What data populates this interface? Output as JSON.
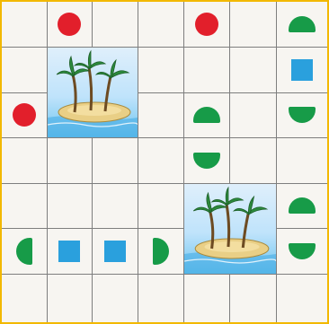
{
  "board": {
    "columns": 7,
    "rows": 7,
    "colors": {
      "red": "#e21f2b",
      "green": "#179b48",
      "blue": "#2aa0dd",
      "frame": "#f2b800",
      "grid": "#7e7e7e"
    },
    "islands": [
      {
        "name": "island-top-left",
        "col": 1,
        "row": 1,
        "icon": "palm-island"
      },
      {
        "name": "island-bottom-right",
        "col": 4,
        "row": 4,
        "icon": "palm-island"
      }
    ],
    "pieces": [
      {
        "name": "red-circle",
        "type": "circle",
        "color": "red",
        "col": 1,
        "row": 0
      },
      {
        "name": "red-circle",
        "type": "circle",
        "color": "red",
        "col": 4,
        "row": 0
      },
      {
        "name": "green-half-up",
        "type": "half",
        "dir": "up",
        "color": "green",
        "col": 6,
        "row": 0
      },
      {
        "name": "blue-square",
        "type": "square",
        "color": "blue",
        "col": 6,
        "row": 1
      },
      {
        "name": "red-circle",
        "type": "circle",
        "color": "red",
        "col": 0,
        "row": 2
      },
      {
        "name": "green-half-up",
        "type": "half",
        "dir": "up",
        "color": "green",
        "col": 4,
        "row": 2
      },
      {
        "name": "green-half-down",
        "type": "half",
        "dir": "down",
        "color": "green",
        "col": 6,
        "row": 2
      },
      {
        "name": "green-half-down",
        "type": "half",
        "dir": "down",
        "color": "green",
        "col": 4,
        "row": 3
      },
      {
        "name": "green-half-up",
        "type": "half",
        "dir": "up",
        "color": "green",
        "col": 6,
        "row": 4
      },
      {
        "name": "green-half-left",
        "type": "half",
        "dir": "left",
        "color": "green",
        "col": 0,
        "row": 5
      },
      {
        "name": "blue-square",
        "type": "square",
        "color": "blue",
        "col": 1,
        "row": 5
      },
      {
        "name": "blue-square",
        "type": "square",
        "color": "blue",
        "col": 2,
        "row": 5
      },
      {
        "name": "green-half-right",
        "type": "half",
        "dir": "right",
        "color": "green",
        "col": 3,
        "row": 5
      },
      {
        "name": "green-half-down",
        "type": "half",
        "dir": "down",
        "color": "green",
        "col": 6,
        "row": 5
      }
    ]
  }
}
